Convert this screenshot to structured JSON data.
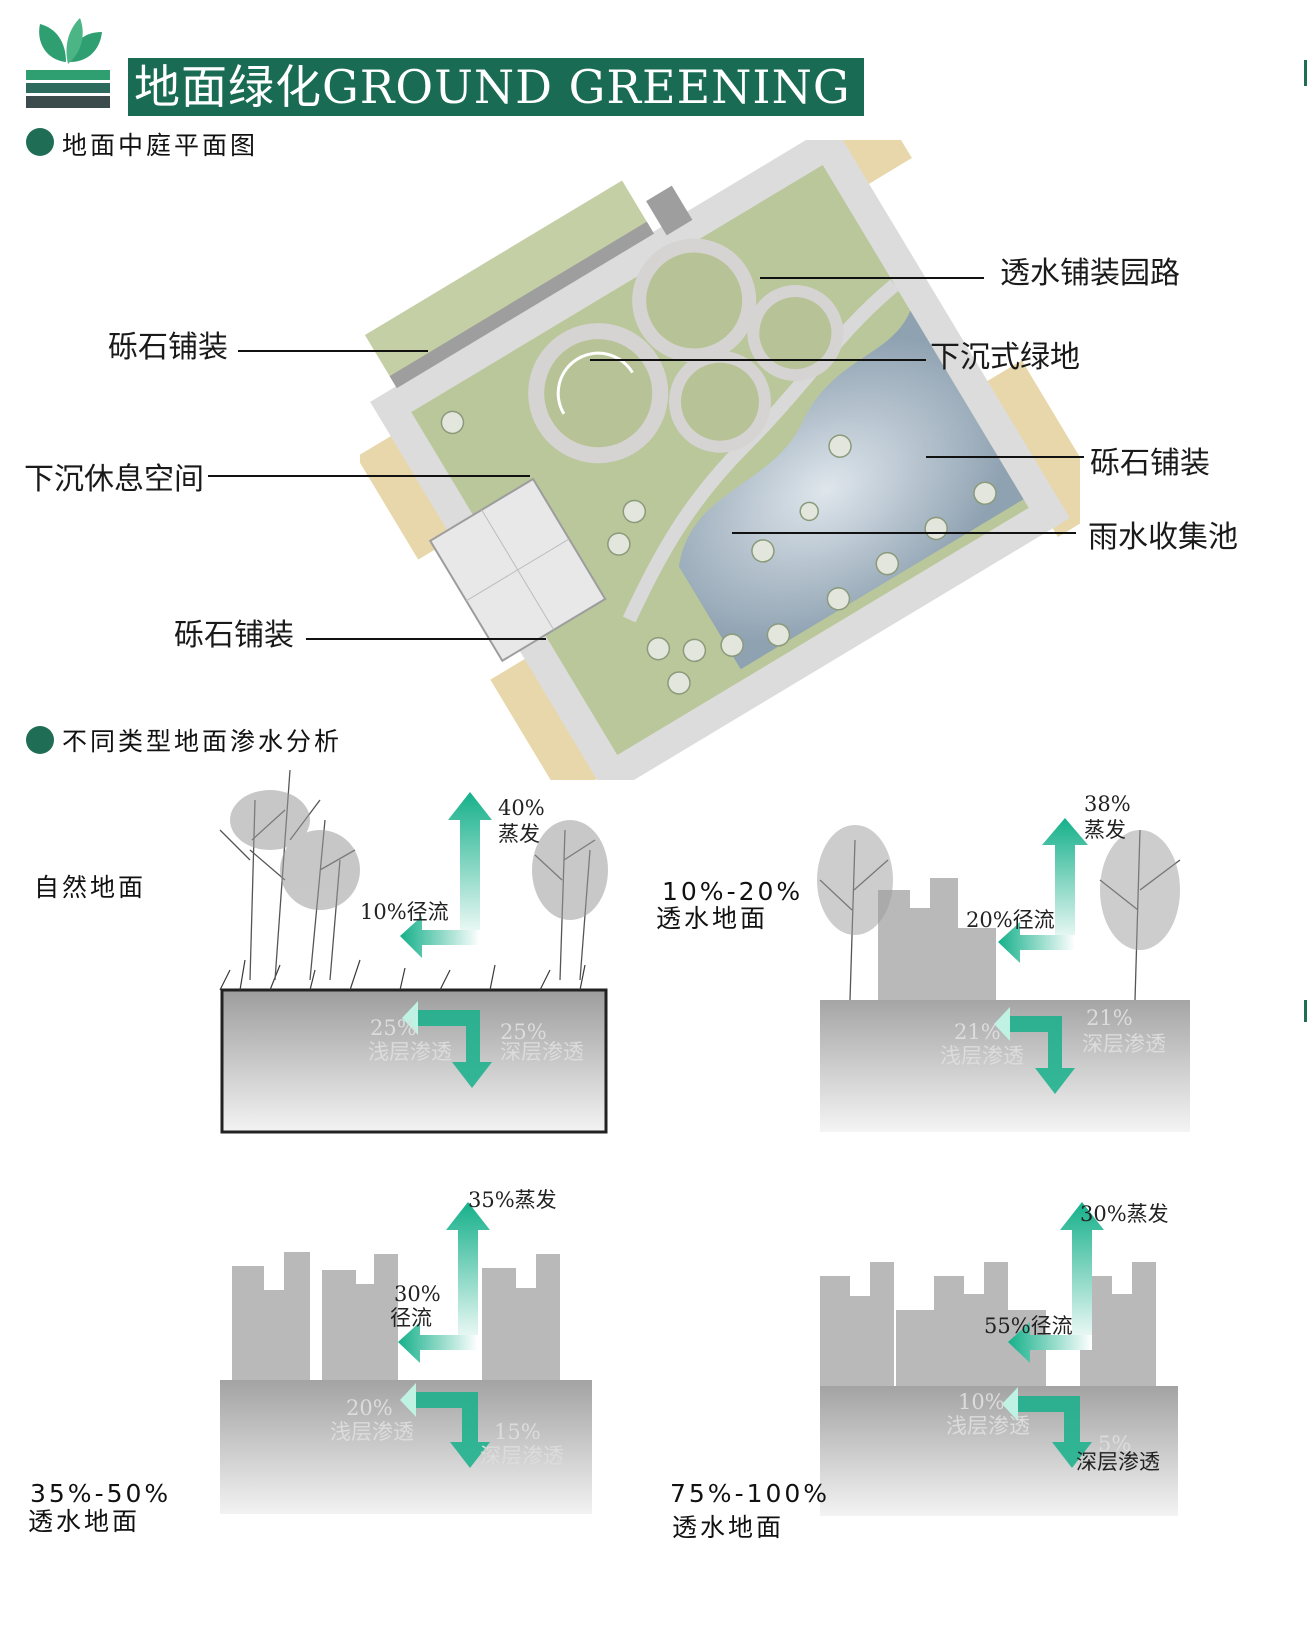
{
  "header": {
    "title": "地面绿化GROUND GREENING",
    "accent_color": "#1a6b53"
  },
  "sections": {
    "plan_title": "地面中庭平面图",
    "analysis_title": "不同类型地面渗水分析"
  },
  "plan_labels": {
    "gravel_top": "砾石铺装",
    "sunken_rest": "下沉休息空间",
    "gravel_bottom": "砾石铺装",
    "permeable_path": "透水铺装园路",
    "sunken_green": "下沉式绿地",
    "gravel_right": "砾石铺装",
    "rain_pool": "雨水收集池"
  },
  "analysis": [
    {
      "type_lines": [
        "自然地面"
      ],
      "evaporation": [
        "40%",
        "蒸发"
      ],
      "runoff": [
        "10%径流"
      ],
      "shallow": [
        "25%",
        "浅层渗透"
      ],
      "deep": [
        "25%",
        "深层渗透"
      ]
    },
    {
      "type_lines": [
        "10%-20%",
        "透水地面"
      ],
      "evaporation": [
        "38%",
        "蒸发"
      ],
      "runoff": [
        "20%径流"
      ],
      "shallow": [
        "21%",
        "浅层渗透"
      ],
      "deep": [
        "21%",
        "深层渗透"
      ]
    },
    {
      "type_lines": [
        "35%-50%",
        "透水地面"
      ],
      "evaporation": [
        "35%蒸发"
      ],
      "runoff": [
        "30%",
        "径流"
      ],
      "shallow": [
        "20%",
        "浅层渗透"
      ],
      "deep": [
        "15%",
        "深层渗透"
      ]
    },
    {
      "type_lines": [
        "75%-100%",
        "透水地面"
      ],
      "evaporation": [
        "30%蒸发"
      ],
      "runoff": [
        "55%径流"
      ],
      "shallow": [
        "10%",
        "浅层渗透"
      ],
      "deep": [
        "5%",
        "深层渗透"
      ]
    }
  ],
  "colors": {
    "arrow_teal": "#15b08a",
    "arrow_light": "#bff2e2",
    "building_gray": "#b9b9b9",
    "soil_gray": "#d6d6d6",
    "plan_grass": "#b9c79a",
    "plan_gravel": "#e4d3a2",
    "plan_water": "#a9b8c4"
  }
}
